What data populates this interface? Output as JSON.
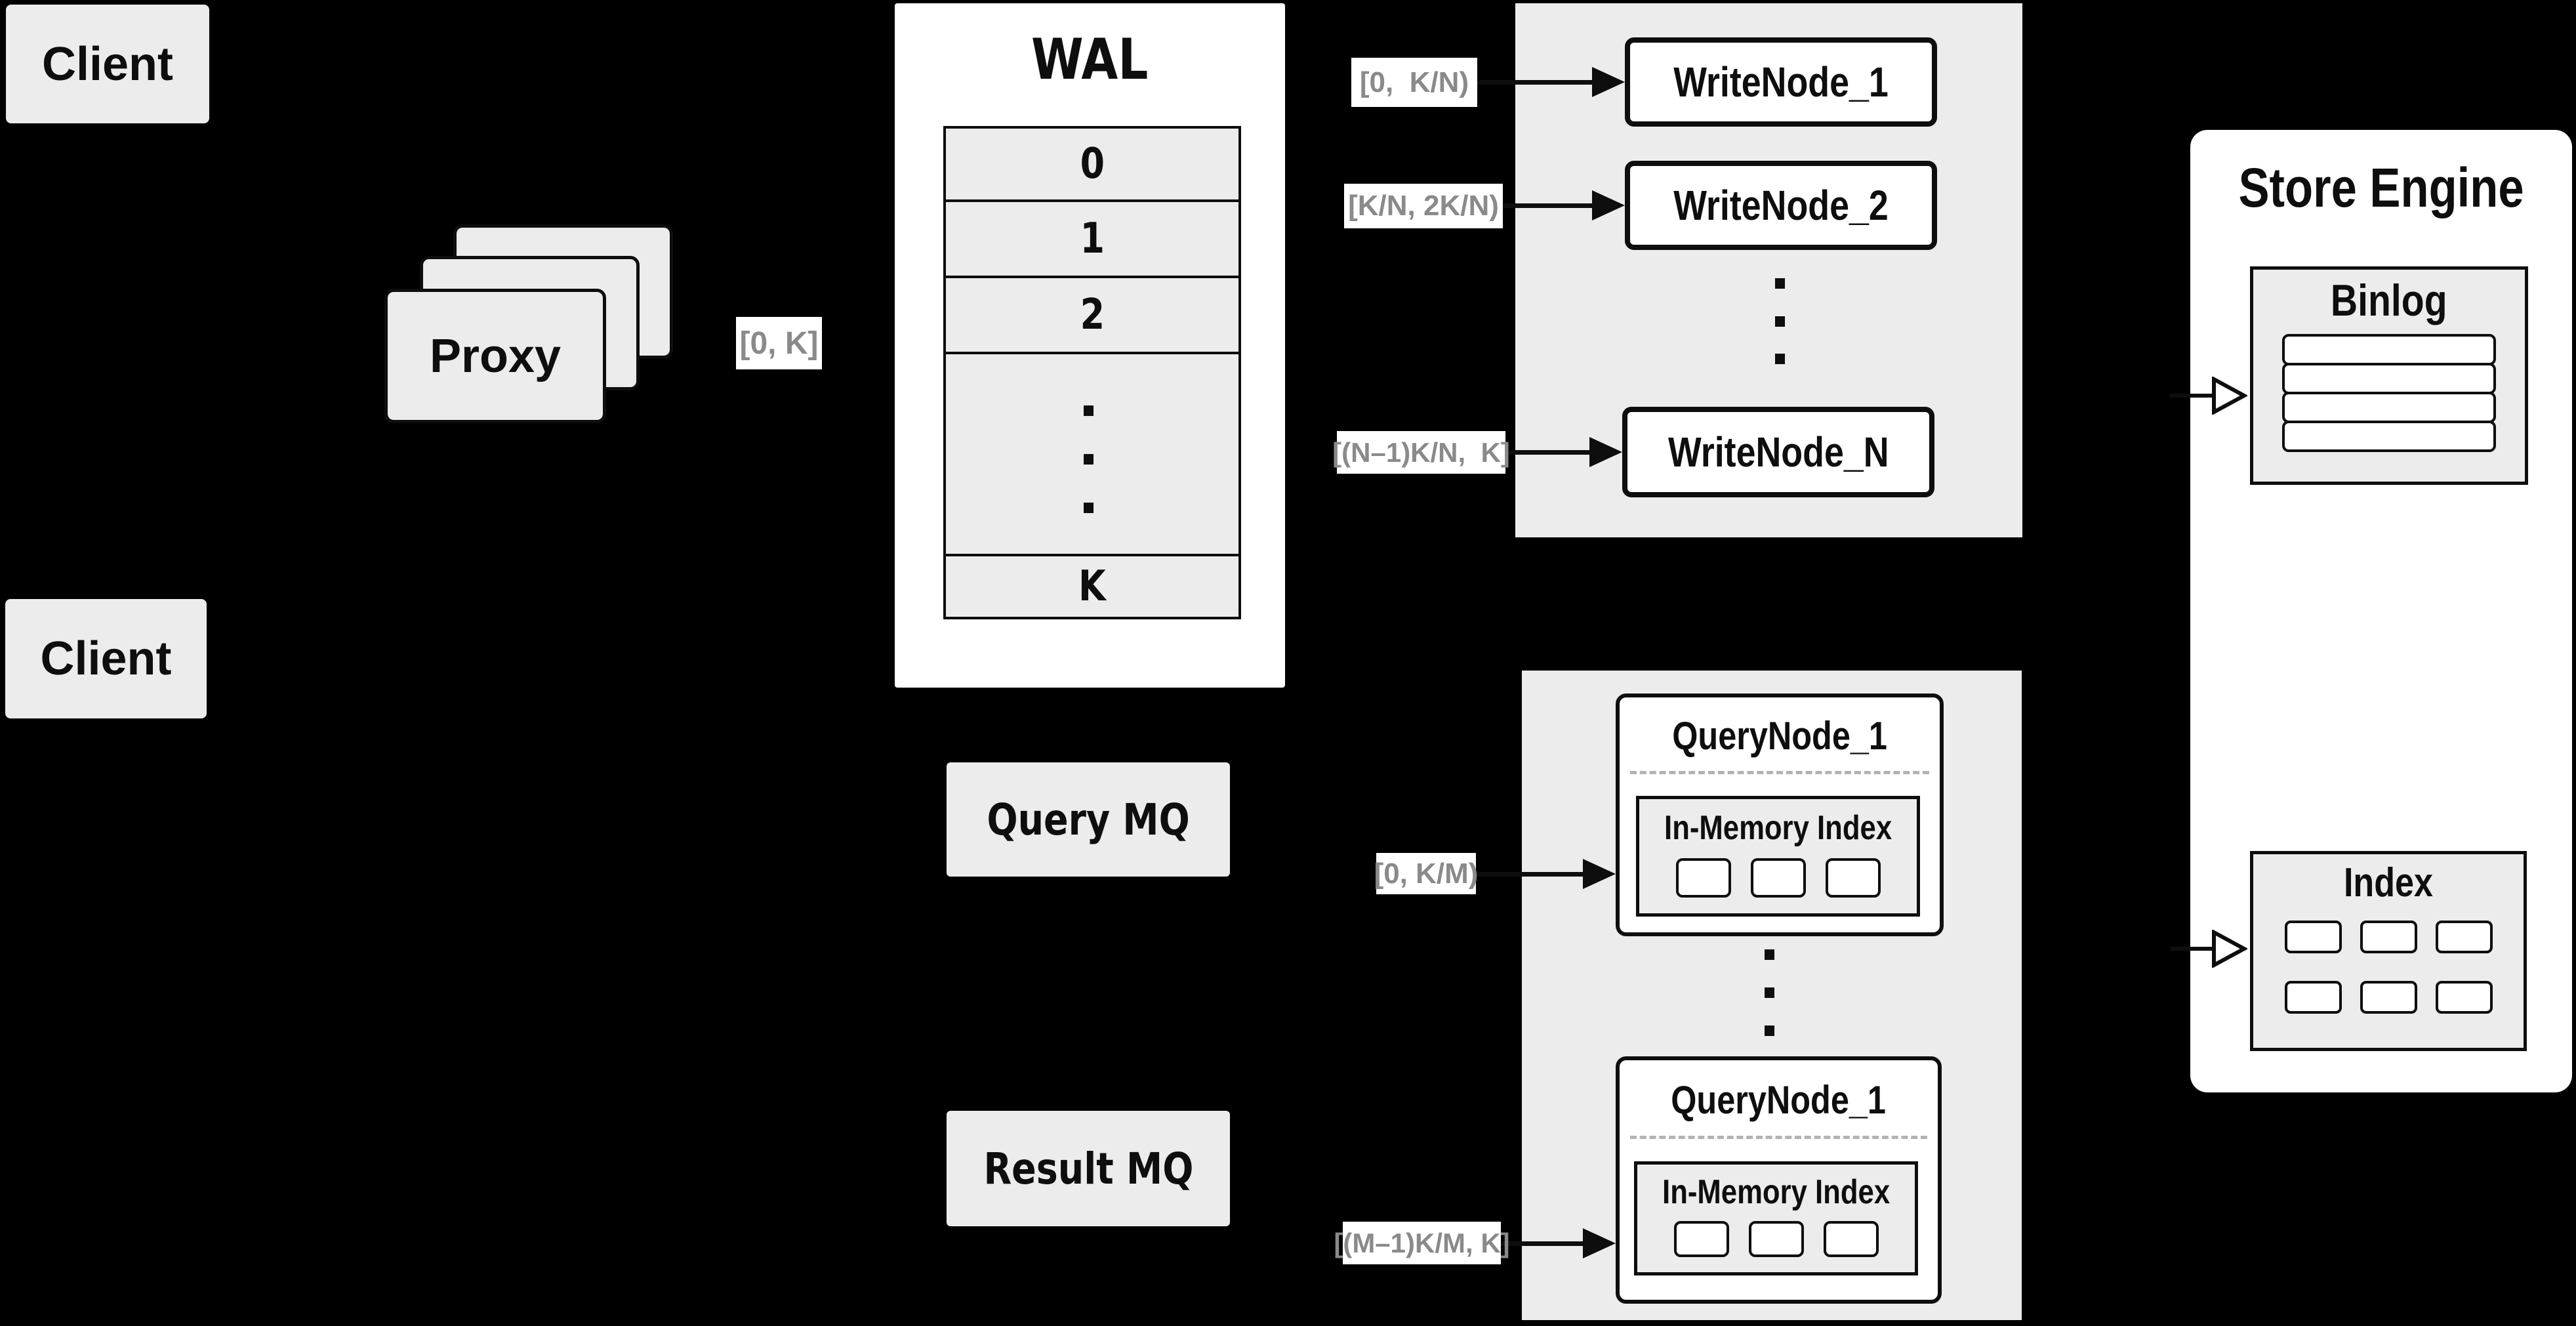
{
  "diagram_title": "Distributed write/query path architecture diagram",
  "colors": {
    "background": "#000000",
    "panel_fill": "#ececec",
    "box_fill": "#ffffff",
    "light_box_fill": "#ececec",
    "border": "#0e0e0e",
    "range_label_text": "#8a8a8a",
    "dashed_divider": "#b3b3b3"
  },
  "clients": {
    "top": "Client",
    "bottom": "Client"
  },
  "proxy": {
    "label": "Proxy",
    "range": "[0, K]"
  },
  "wal": {
    "title": "WAL",
    "rows": [
      "0",
      "1",
      "2"
    ],
    "ellipsis": "vertical-dots",
    "tail_row": "K"
  },
  "write_group": {
    "nodes": [
      {
        "label": "WriteNode_1",
        "range": "[0,  K/N)"
      },
      {
        "label": "WriteNode_2",
        "range": "[K/N, 2K/N)"
      },
      {
        "label": "WriteNode_N",
        "range": "[(N–1)K/N,  K]"
      }
    ],
    "ellipsis": "vertical-dots"
  },
  "mq": {
    "query": "Query MQ",
    "result": "Result MQ"
  },
  "query_group": {
    "nodes": [
      {
        "title": "QueryNode_1",
        "memory_label": "In-Memory Index",
        "range": "[0, K/M)"
      },
      {
        "title": "QueryNode_1",
        "memory_label": "In-Memory Index",
        "range": "[(M–1)K/M, K]"
      }
    ],
    "ellipsis": "vertical-dots"
  },
  "store_engine": {
    "title": "Store Engine",
    "binlog_title": "Binlog",
    "index_title": "Index"
  }
}
